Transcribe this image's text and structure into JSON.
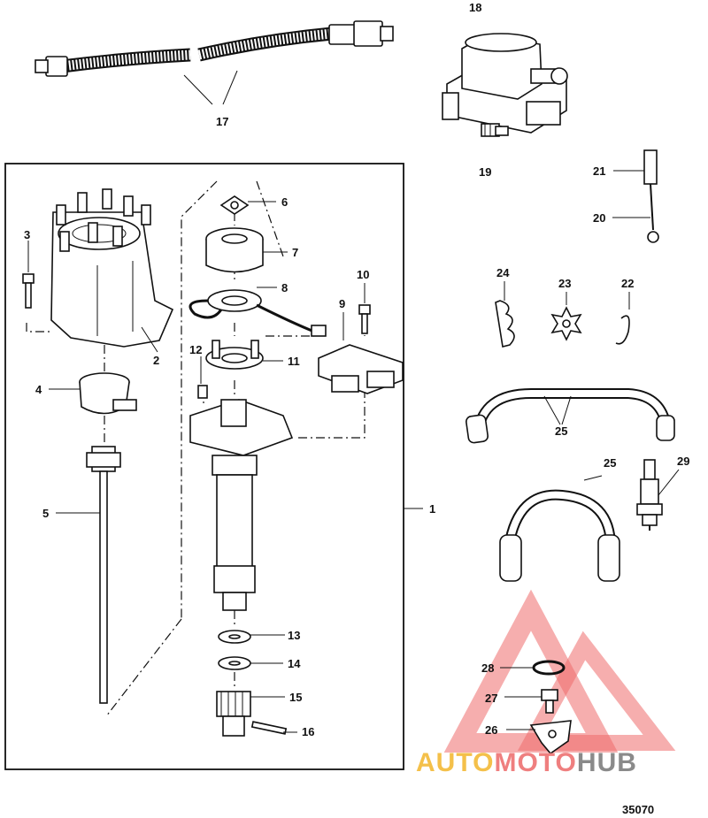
{
  "diagram": {
    "reference_number": "35070",
    "callouts": [
      {
        "id": "c1",
        "label": "1"
      },
      {
        "id": "c2",
        "label": "2"
      },
      {
        "id": "c3",
        "label": "3"
      },
      {
        "id": "c4",
        "label": "4"
      },
      {
        "id": "c5",
        "label": "5"
      },
      {
        "id": "c6",
        "label": "6"
      },
      {
        "id": "c7",
        "label": "7"
      },
      {
        "id": "c8",
        "label": "8"
      },
      {
        "id": "c9",
        "label": "9"
      },
      {
        "id": "c10",
        "label": "10"
      },
      {
        "id": "c11",
        "label": "11"
      },
      {
        "id": "c12",
        "label": "12"
      },
      {
        "id": "c13",
        "label": "13"
      },
      {
        "id": "c14",
        "label": "14"
      },
      {
        "id": "c15",
        "label": "15"
      },
      {
        "id": "c16",
        "label": "16"
      },
      {
        "id": "c17",
        "label": "17"
      },
      {
        "id": "c18",
        "label": "18"
      },
      {
        "id": "c19",
        "label": "19"
      },
      {
        "id": "c20",
        "label": "20"
      },
      {
        "id": "c21",
        "label": "21"
      },
      {
        "id": "c22",
        "label": "22"
      },
      {
        "id": "c23",
        "label": "23"
      },
      {
        "id": "c24",
        "label": "24"
      },
      {
        "id": "c25a",
        "label": "25"
      },
      {
        "id": "c25b",
        "label": "25"
      },
      {
        "id": "c26",
        "label": "26"
      },
      {
        "id": "c27",
        "label": "27"
      },
      {
        "id": "c28",
        "label": "28"
      },
      {
        "id": "c29",
        "label": "29"
      }
    ]
  },
  "watermark": {
    "part1": "AUTO",
    "part2": "MOTO",
    "part3": "HUB",
    "colors": {
      "part1": "#f4c04a",
      "part2": "#ef7f7f",
      "part3": "#8a8a8a",
      "triangle": "#ef6b6b"
    }
  },
  "colors": {
    "line": "#111111",
    "background": "#ffffff"
  }
}
